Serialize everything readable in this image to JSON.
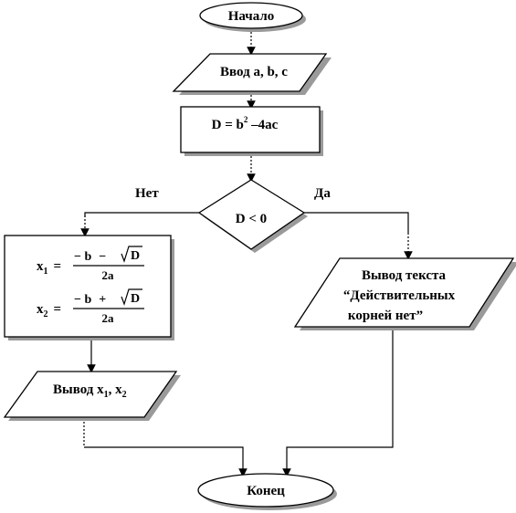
{
  "flowchart": {
    "start": {
      "label": "Начало"
    },
    "input": {
      "label": "Ввод a, b, c"
    },
    "discriminant": {
      "lhs": "D = b",
      "exp": "2",
      "rhs": " –4ac"
    },
    "decision": {
      "label": "D < 0",
      "yes_label": "Да",
      "no_label": "Нет"
    },
    "roots": {
      "x1": {
        "name": "x",
        "sub": "1",
        "eq": "=",
        "num_a": "− b",
        "num_op": "−",
        "sqrt_arg": "D",
        "den": "2a"
      },
      "x2": {
        "name": "x",
        "sub": "2",
        "eq": "=",
        "num_a": "− b",
        "num_op": "+",
        "sqrt_arg": "D",
        "den": "2a"
      }
    },
    "output_roots": {
      "prefix": "Вывод ",
      "x1": "x",
      "x1_sub": "1",
      "sep": ", ",
      "x2": "x",
      "x2_sub": "2"
    },
    "output_text": {
      "line1": "Вывод текста",
      "line2": "“Действительных",
      "line3": "корней нет”"
    },
    "end": {
      "label": "Конец"
    }
  }
}
